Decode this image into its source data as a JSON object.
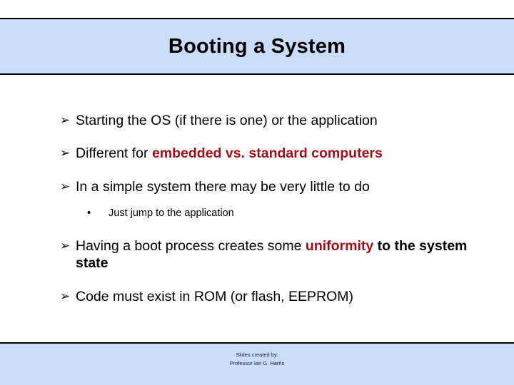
{
  "slide": {
    "title": "Booting a System",
    "colors": {
      "band_background": "#ccddfc",
      "band_border": "#000000",
      "accent_red": "#9e1019",
      "page_background": "#ffffff",
      "text": "#000000"
    },
    "bullets": [
      {
        "marker": "arrowhead-bullet",
        "marker_glyph": "➢",
        "segments": [
          {
            "text": "Starting the OS (if there is one) or the application",
            "style": "normal"
          }
        ]
      },
      {
        "marker": "arrowhead-bullet",
        "marker_glyph": "➢",
        "segments": [
          {
            "text": "Different for ",
            "style": "normal"
          },
          {
            "text": "embedded vs. standard computers",
            "style": "red-bold"
          }
        ]
      },
      {
        "marker": "arrowhead-bullet",
        "marker_glyph": "➢",
        "segments": [
          {
            "text": "In a simple system there may be very little to do",
            "style": "normal"
          }
        ]
      },
      {
        "marker": "round-bullet",
        "marker_glyph": "•",
        "level": 2,
        "segments": [
          {
            "text": "Just jump to the application",
            "style": "normal"
          }
        ]
      },
      {
        "marker": "arrowhead-bullet",
        "marker_glyph": "➢",
        "segments": [
          {
            "text": "Having a boot process creates some ",
            "style": "normal"
          },
          {
            "text": "uniformity",
            "style": "red-bold"
          },
          {
            "text": " to the system state",
            "style": "black-bold"
          }
        ]
      },
      {
        "marker": "arrowhead-bullet",
        "marker_glyph": "➢",
        "segments": [
          {
            "text": "Code must exist in ROM (or flash, EEPROM)",
            "style": "normal"
          }
        ]
      }
    ],
    "footer": {
      "line1": "Slides created by:",
      "line2": "Professor Ian G. Harris"
    }
  }
}
